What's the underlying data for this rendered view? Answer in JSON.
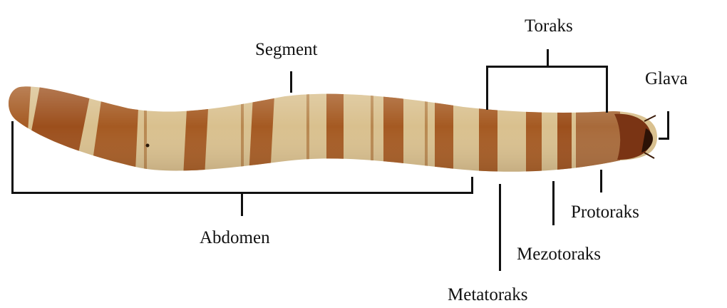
{
  "labels": {
    "toraks": "Toraks",
    "segment": "Segment",
    "glava": "Glava",
    "abdomen": "Abdomen",
    "protoraks": "Protoraks",
    "mezotoraks": "Mezotoraks",
    "metatoraks": "Metatoraks"
  },
  "colors": {
    "body_pale": "#d9c08e",
    "body_band": "#a55a22",
    "head": "#7a3414",
    "line": "#111111"
  }
}
